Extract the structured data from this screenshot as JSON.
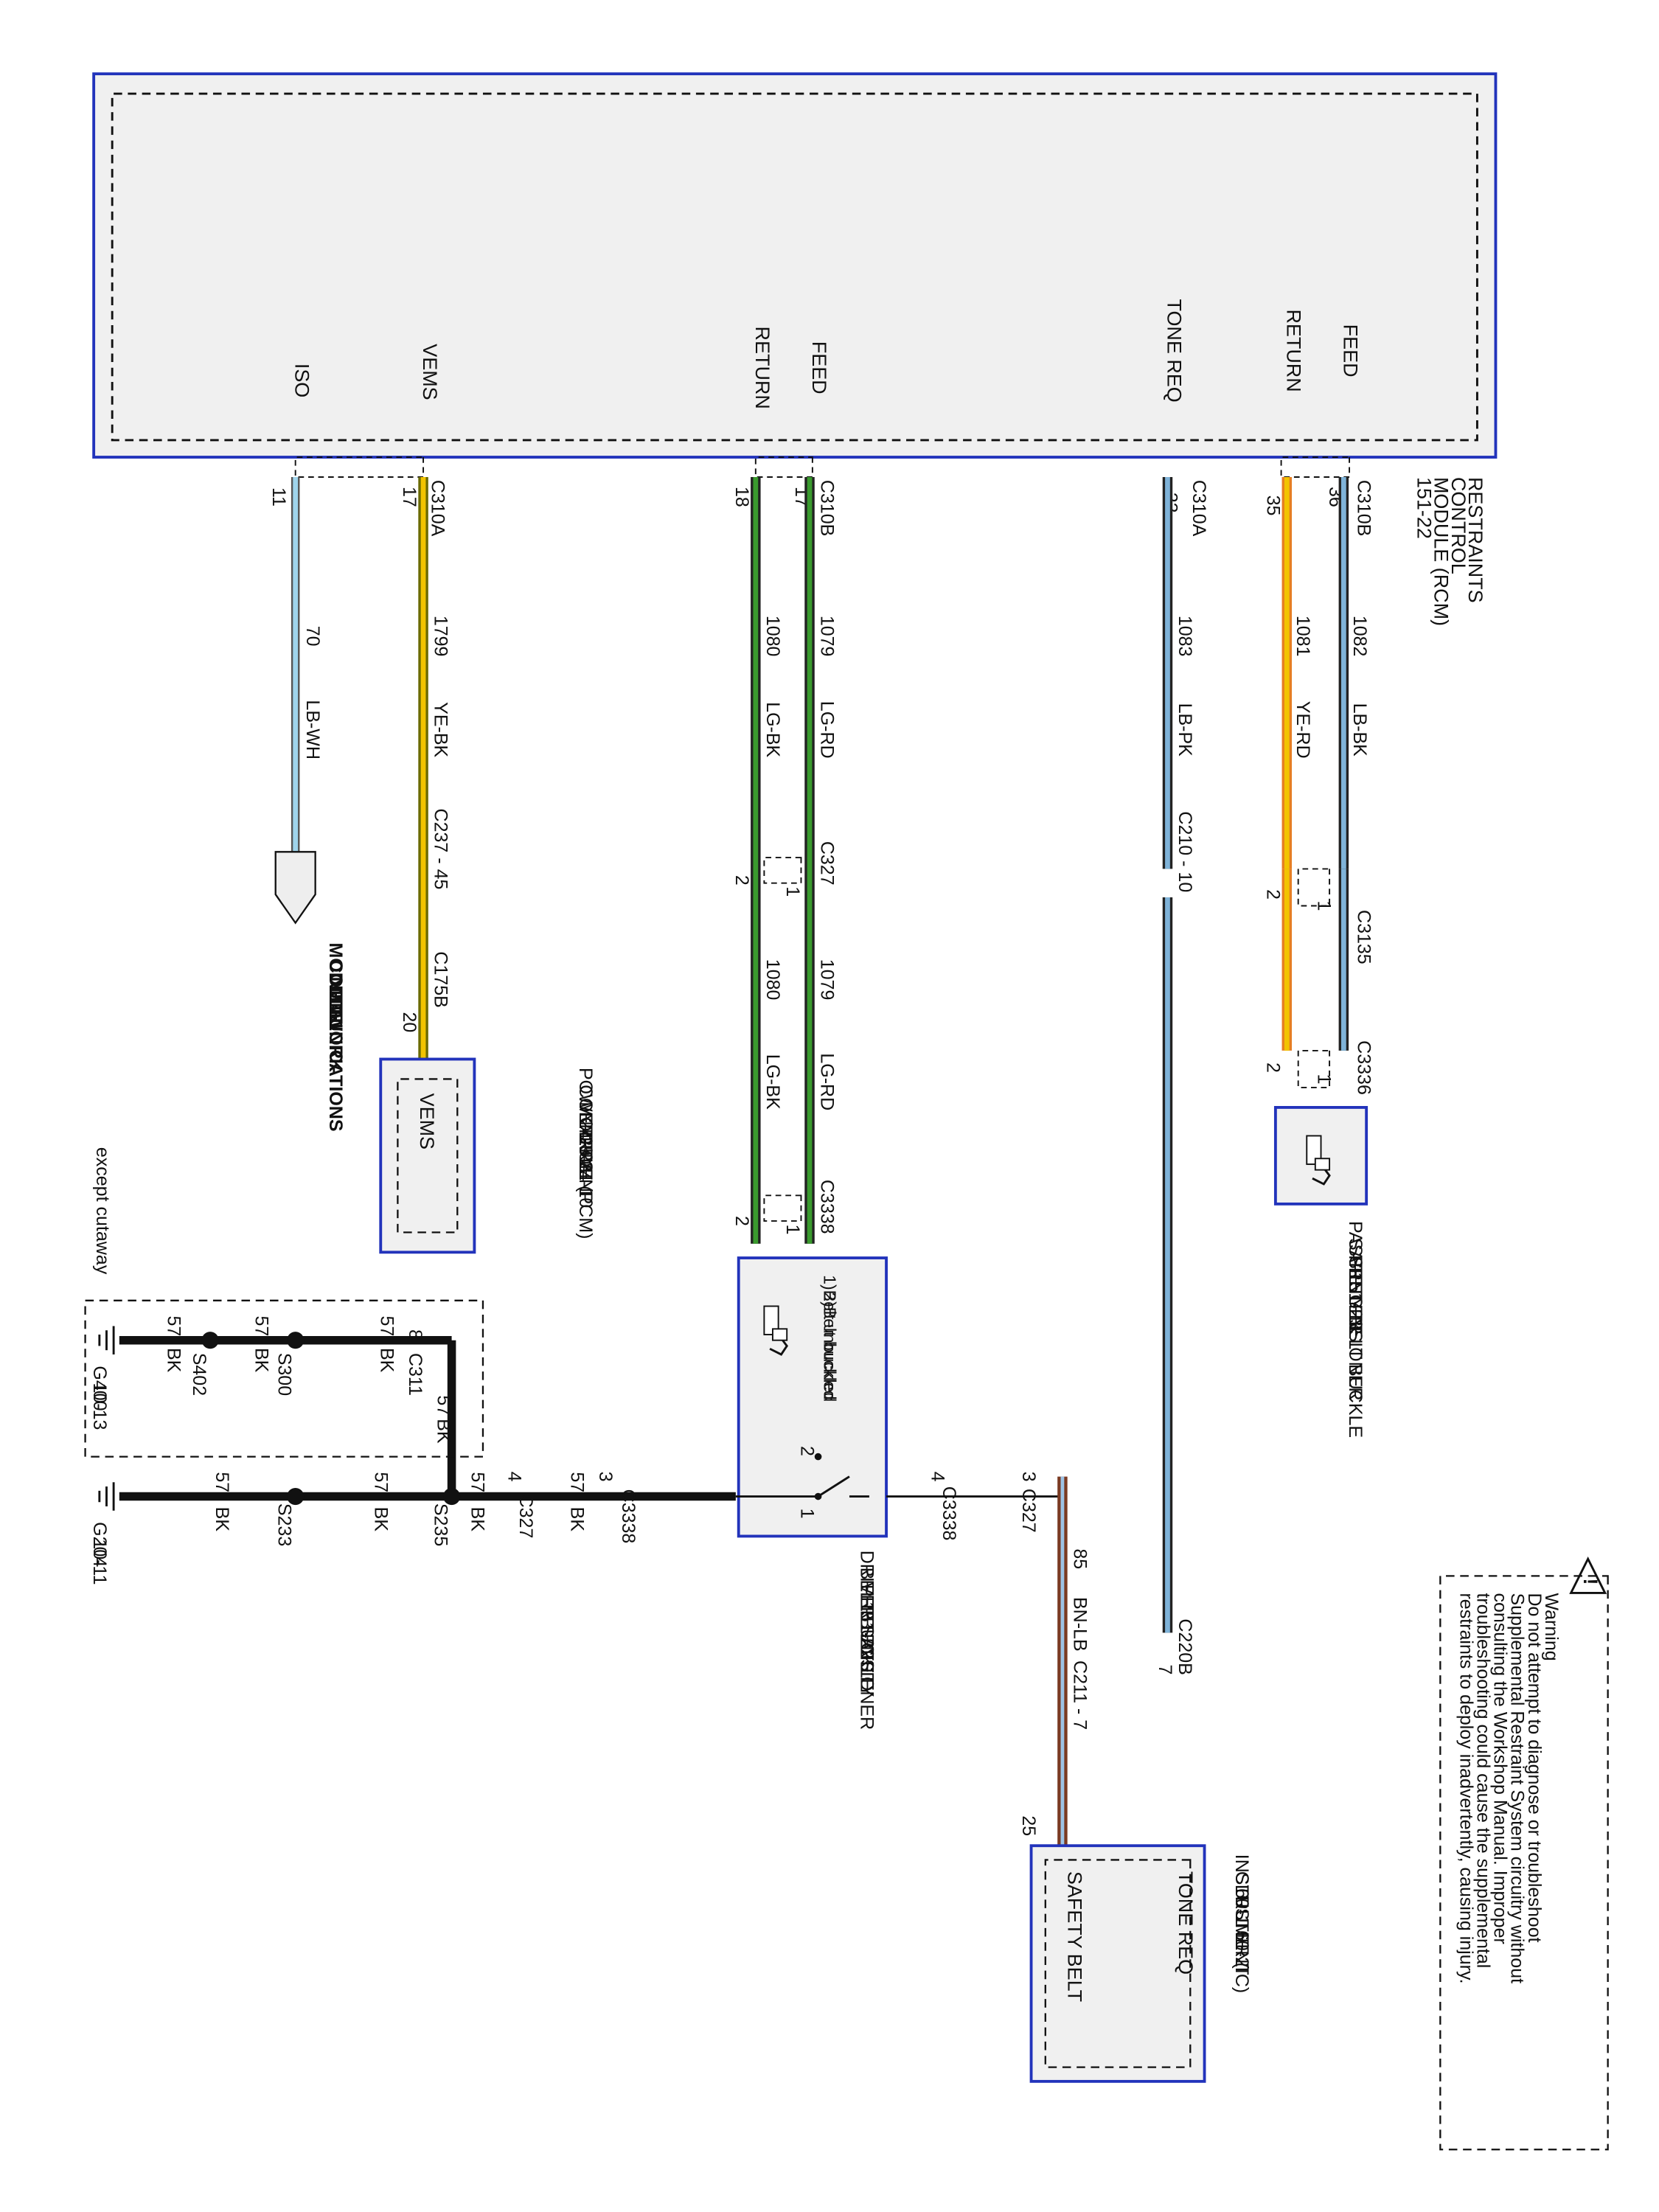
{
  "rcm": {
    "title_lines": [
      "RESTRAINTS",
      "CONTROL",
      "MODULE (RCM)",
      "151-22"
    ],
    "pins": {
      "feed1": "FEED",
      "return1": "RETURN",
      "tone_req": "TONE REQ",
      "feed2": "FEED",
      "return2": "RETURN",
      "vems": "VEMS",
      "iso": "ISO"
    }
  },
  "circuits": {
    "c1082": {
      "connector": "C310B",
      "pin": "36",
      "number": "1082",
      "color": "LB-BK"
    },
    "c1081": {
      "pin": "35",
      "number": "1081",
      "color": "YE-RD"
    },
    "c1083": {
      "connector": "C310A",
      "pin": "23",
      "number": "1083",
      "color": "LB-PK",
      "inline": "C210 - 10",
      "end_connector": "C220B",
      "end_pin": "7"
    },
    "c1079": {
      "connector": "C310B",
      "pin": "17",
      "number": "1079",
      "color": "LG-RD"
    },
    "c1080": {
      "pin": "18",
      "number": "1080",
      "color": "LG-BK"
    },
    "c1799": {
      "connector": "C310A",
      "pin": "17",
      "number": "1799",
      "color": "YE-BK",
      "inline": "C237 - 45",
      "end_connector": "C175B",
      "end_pin": "20"
    },
    "c70": {
      "pin": "11",
      "number": "70",
      "color": "LB-WH"
    },
    "c85": {
      "number": "85",
      "color": "BN-LB",
      "inline": "C211 - 7",
      "end_pin": "25",
      "start_connector": "C327",
      "start_pin": "3"
    }
  },
  "connectors": {
    "c3135": "C3135",
    "c3336": "C3336",
    "c327": "C327",
    "c3338": "C3338",
    "pin1": "1",
    "pin2": "2"
  },
  "passenger_pretensioner": {
    "lines": [
      "PASSENGER",
      "SAFETY BELT BUCKLE",
      "PRETENSIONER",
      "151-23"
    ]
  },
  "driver_pretensioner": {
    "lines": [
      "DRIVER SAFETY",
      "BELT BUCKLE",
      "PRETENSIONER",
      "151-22"
    ],
    "legend1": "1)Belt unbuckled",
    "legend2": "2)Belt buckled",
    "switch_pin1": "1",
    "switch_pin2": "2",
    "c3338_pin": "4",
    "c327_pin": "3",
    "gnd_c3338_pin": "3",
    "gnd_c327_pin": "4"
  },
  "pcm": {
    "lines": [
      "POWERTRAIN",
      "CONTROL",
      "MODULE (PCM)",
      "24-9      24-10",
      "25-8"
    ],
    "pin_label": "VEMS"
  },
  "mcn": {
    "lines": [
      "MODULE",
      "COMMUNICATIONS",
      "NETWORK",
      "14-1"
    ]
  },
  "ic": {
    "lines": [
      "INSTRUMENT",
      "CLUSTER (IC)",
      "60-1     60-2"
    ],
    "pin_tone": "TONE REQ",
    "pin_belt": "SAFETY BELT"
  },
  "ground": {
    "wire": "57",
    "color": "BK",
    "s402": "S402",
    "s300": "S300",
    "s233": "S233",
    "s235": "S235",
    "c311": "C311",
    "c311_pin": "8",
    "g400": [
      "G400",
      "10-13"
    ],
    "g204": [
      "G204",
      "10-11"
    ],
    "except_note": "except cutaway"
  },
  "warning": {
    "lines": [
      "Warning",
      "Do not attempt to diagnose or troubleshoot",
      "Supplemental Restraint System circuitry without",
      "consulting the Workshop Manual. Improper",
      "troubleshooting could cause the supplemental",
      "restraints to deploy inadvertently, causing injury."
    ],
    "icon": "warning-triangle-icon"
  },
  "wire_colors": {
    "LB": "#7fb3d8",
    "BK": "#222222",
    "YE": "#f2c400",
    "RD": "#c0392b",
    "LG": "#3a9a2e",
    "PK": "#e6a0b4",
    "WH": "#ffffff",
    "BN": "#7a3a22",
    "frame": "#2233bb"
  }
}
